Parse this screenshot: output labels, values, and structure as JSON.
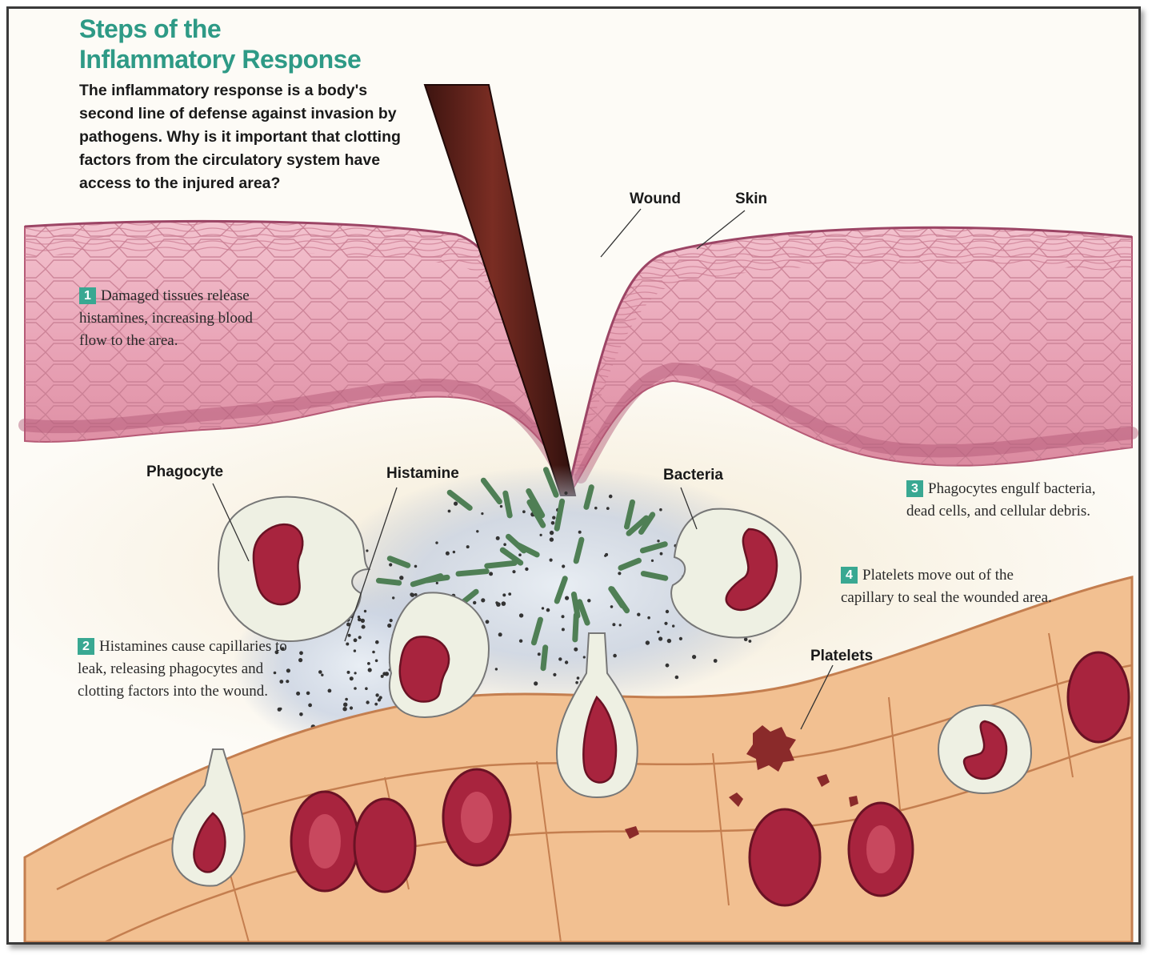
{
  "title": {
    "line1": "Steps of the",
    "line2": "Inflammatory Response"
  },
  "intro": "The inflammatory response is a body's second line of defense against invasion by pathogens. Why is it important that clotting factors from the circulatory system have access to the injured area?",
  "labels": {
    "wound": "Wound",
    "skin": "Skin",
    "phagocyte": "Phagocyte",
    "histamine": "Histamine",
    "bacteria": "Bacteria",
    "platelets": "Platelets"
  },
  "steps": [
    {
      "number": "1",
      "text": "Damaged tissues release histamines, increasing blood flow to the area."
    },
    {
      "number": "2",
      "text": "Histamines cause capillaries to leak, releasing phagocytes and clotting factors into the wound."
    },
    {
      "number": "3",
      "text": "Phagocytes engulf bacteria, dead cells, and cellular debris."
    },
    {
      "number": "4",
      "text": "Platelets move out of the capillary to seal the wounded area."
    }
  ],
  "colors": {
    "title": "#2e9a86",
    "step_badge": "#39a892",
    "skin": "#e9a7b8",
    "capillary": "#f2c091",
    "blood_cell": "#a8243e",
    "bacteria": "#4f7f55"
  }
}
